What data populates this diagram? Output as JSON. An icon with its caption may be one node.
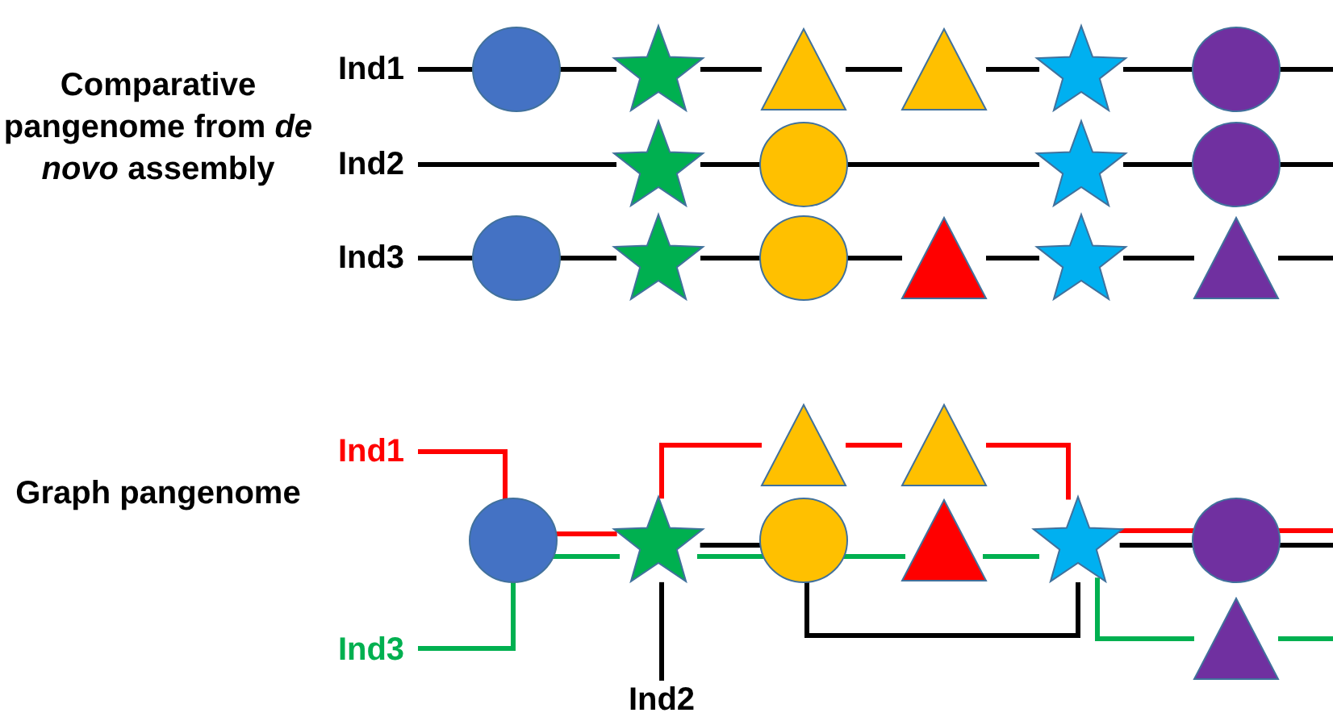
{
  "diagram": {
    "nodes": [
      {
        "text": [
          "Ind1"
        ]
      },
      {
        "text": [],
        "shape": "circle"
      },
      {
        "text": [],
        "shape": "star"
      },
      {
        "text": [],
        "shape": "triangle"
      },
      {
        "text": [],
        "shape": "triangle"
      },
      {
        "text": [],
        "shape": "star"
      },
      {
        "text": [],
        "shape": "circle"
      },
      {
        "text": [
          "Ind2"
        ]
      },
      {
        "text": [],
        "shape": "star"
      },
      {
        "text": [],
        "shape": "circle"
      },
      {
        "text": [],
        "shape": "star"
      },
      {
        "text": [],
        "shape": "circle"
      },
      {
        "text": [
          "Ind3"
        ]
      },
      {
        "text": [],
        "shape": "circle"
      },
      {
        "text": [],
        "shape": "star"
      },
      {
        "text": [],
        "shape": "circle"
      },
      {
        "text": [],
        "shape": "triangle"
      },
      {
        "text": [],
        "shape": "star"
      },
      {
        "text": [],
        "shape": "triangle"
      },
      {
        "text": [
          "Ind1"
        ]
      },
      {
        "text": [],
        "shape": "triangle"
      },
      {
        "text": [],
        "shape": "triangle"
      },
      {
        "text": [],
        "shape": "circle"
      },
      {
        "text": [],
        "shape": "star"
      },
      {
        "text": [],
        "shape": "circle"
      },
      {
        "text": [],
        "shape": "triangle"
      },
      {
        "text": [],
        "shape": "star"
      },
      {
        "text": [],
        "shape": "circle"
      },
      {
        "text": [
          "Ind3"
        ]
      },
      {
        "text": [],
        "shape": "triangle"
      },
      {
        "text": [
          "Ind2"
        ]
      }
    ],
    "edges": [
      {
        "from": 0,
        "to": 1,
        "arrow": "none"
      },
      {
        "from": 1,
        "to": 2,
        "arrow": "none"
      },
      {
        "from": 2,
        "to": 3,
        "arrow": "none"
      },
      {
        "from": 3,
        "to": 4,
        "arrow": "none"
      },
      {
        "from": 4,
        "to": 5,
        "arrow": "none"
      },
      {
        "from": 5,
        "to": 6,
        "arrow": "none"
      },
      {
        "from": 6,
        "to": null,
        "arrow": "none"
      },
      {
        "from": 7,
        "to": 8,
        "arrow": "none"
      },
      {
        "from": 8,
        "to": 9,
        "arrow": "none"
      },
      {
        "from": 9,
        "to": 10,
        "arrow": "none"
      },
      {
        "from": 10,
        "to": 11,
        "arrow": "none"
      },
      {
        "from": 11,
        "to": null,
        "arrow": "none"
      },
      {
        "from": 12,
        "to": 13,
        "arrow": "none"
      },
      {
        "from": 13,
        "to": 14,
        "arrow": "none"
      },
      {
        "from": 14,
        "to": 15,
        "arrow": "none"
      },
      {
        "from": 15,
        "to": 16,
        "arrow": "none"
      },
      {
        "from": 16,
        "to": 17,
        "arrow": "none"
      },
      {
        "from": 17,
        "to": 18,
        "arrow": "none"
      },
      {
        "from": 18,
        "to": null,
        "arrow": "none"
      },
      {
        "from": 19,
        "to": 22,
        "arrow": "none",
        "color": "#ff0000"
      },
      {
        "from": 22,
        "to": 23,
        "arrow": "none",
        "color": "#ff0000"
      },
      {
        "from": 23,
        "to": 20,
        "arrow": "none",
        "color": "#ff0000"
      },
      {
        "from": 20,
        "to": 21,
        "arrow": "none",
        "color": "#ff0000"
      },
      {
        "from": 21,
        "to": 26,
        "arrow": "none",
        "color": "#ff0000"
      },
      {
        "from": 26,
        "to": 27,
        "arrow": "none",
        "color": "#ff0000"
      },
      {
        "from": 27,
        "to": null,
        "arrow": "none",
        "color": "#ff0000"
      },
      {
        "from": 30,
        "to": 23,
        "arrow": "none"
      },
      {
        "from": 23,
        "to": 24,
        "arrow": "none"
      },
      {
        "from": 24,
        "to": 26,
        "arrow": "none"
      },
      {
        "from": 26,
        "to": 27,
        "arrow": "none"
      },
      {
        "from": 27,
        "to": null,
        "arrow": "none"
      },
      {
        "from": 28,
        "to": 22,
        "arrow": "none",
        "color": "#00b050"
      },
      {
        "from": 22,
        "to": 23,
        "arrow": "none",
        "color": "#00b050"
      },
      {
        "from": 23,
        "to": 24,
        "arrow": "none",
        "color": "#00b050"
      },
      {
        "from": 24,
        "to": 25,
        "arrow": "none",
        "color": "#00b050"
      },
      {
        "from": 25,
        "to": 26,
        "arrow": "none",
        "color": "#00b050"
      },
      {
        "from": 26,
        "to": 29,
        "arrow": "none",
        "color": "#00b050"
      },
      {
        "from": 29,
        "to": null,
        "arrow": "none",
        "color": "#00b050"
      }
    ],
    "labels": [
      "Comparative pangenome from *de novo* assembly",
      "Graph pangenome"
    ]
  }
}
